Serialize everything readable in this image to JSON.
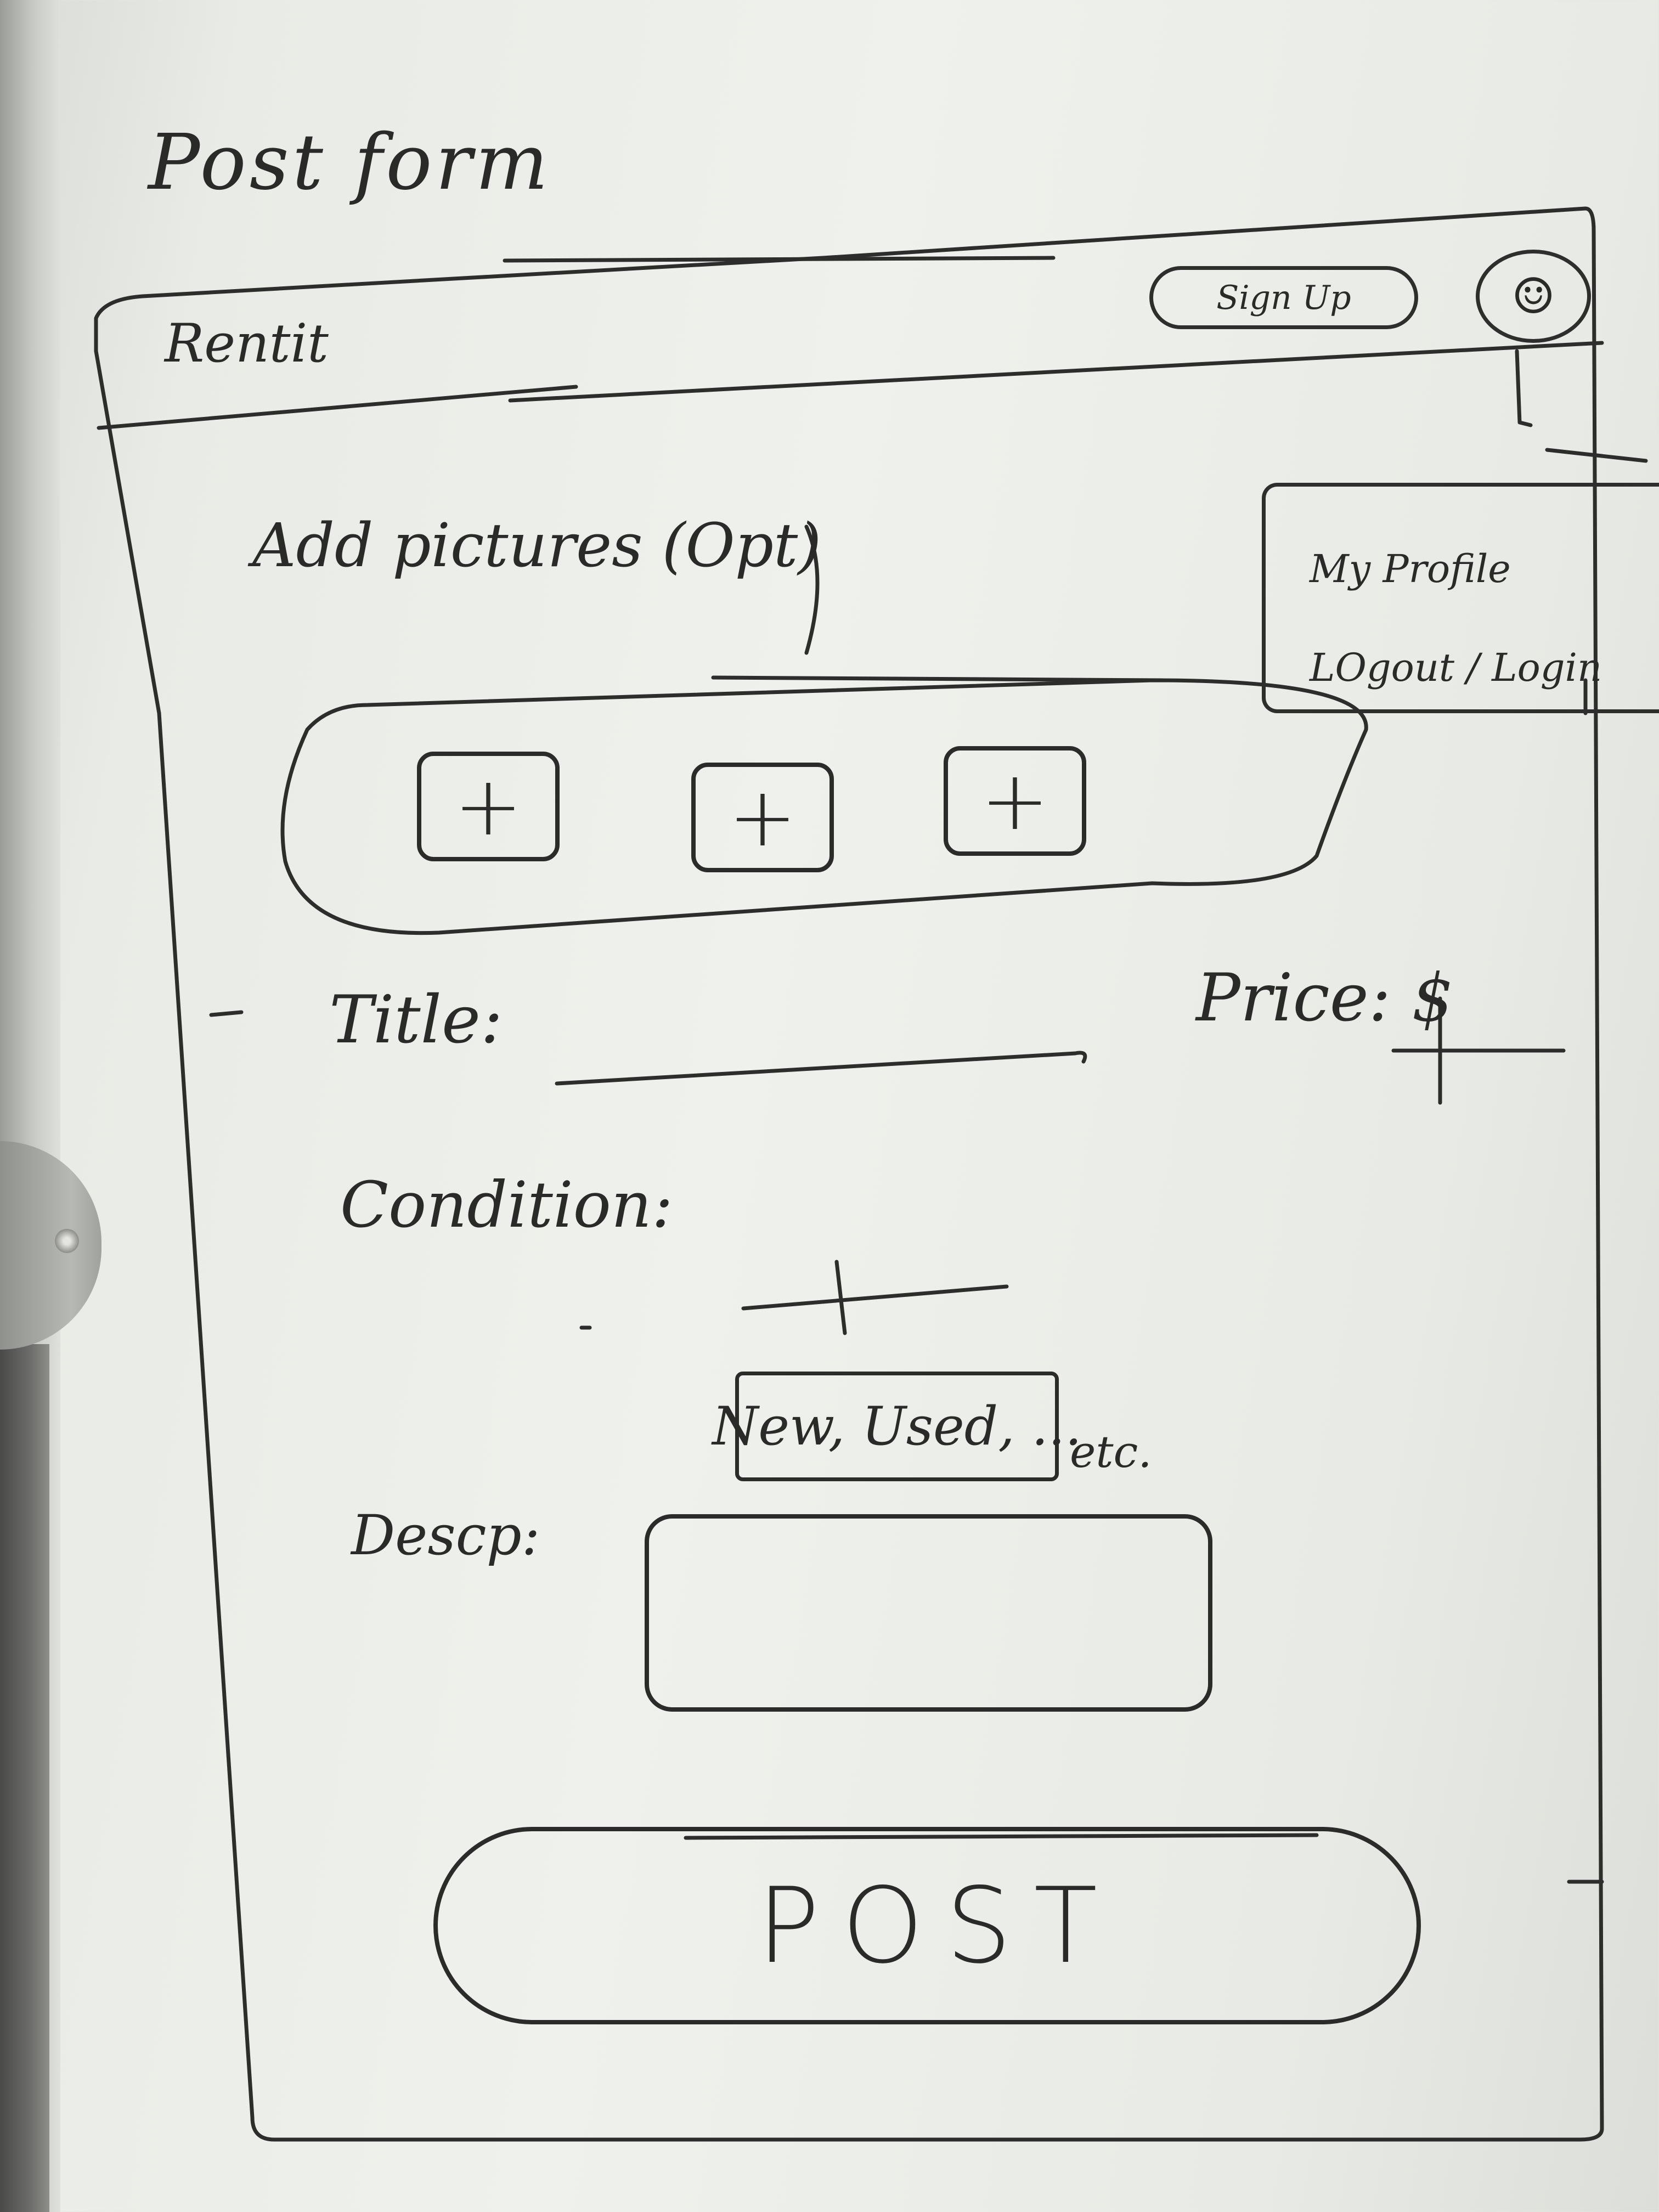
{
  "sketch": {
    "page_title": "Post form",
    "header": {
      "brand": "Rentit",
      "signup_label": "Sign Up",
      "avatar_icon": "user-icon"
    },
    "profile_menu": {
      "items": [
        "My Profile",
        "LOgout / Login"
      ]
    },
    "pictures": {
      "label": "Add pictures (Opt)",
      "slots": [
        "+",
        "+",
        "+"
      ]
    },
    "form": {
      "title_label": "Title:",
      "price_label": "Price: $",
      "condition_label": "Condition:",
      "condition_options": "New, Used, ...",
      "condition_suffix": "etc.",
      "description_label": "Descp:",
      "submit_label": "POST"
    },
    "ink_color": "#2b2b29",
    "board_color": "#eceee9"
  }
}
